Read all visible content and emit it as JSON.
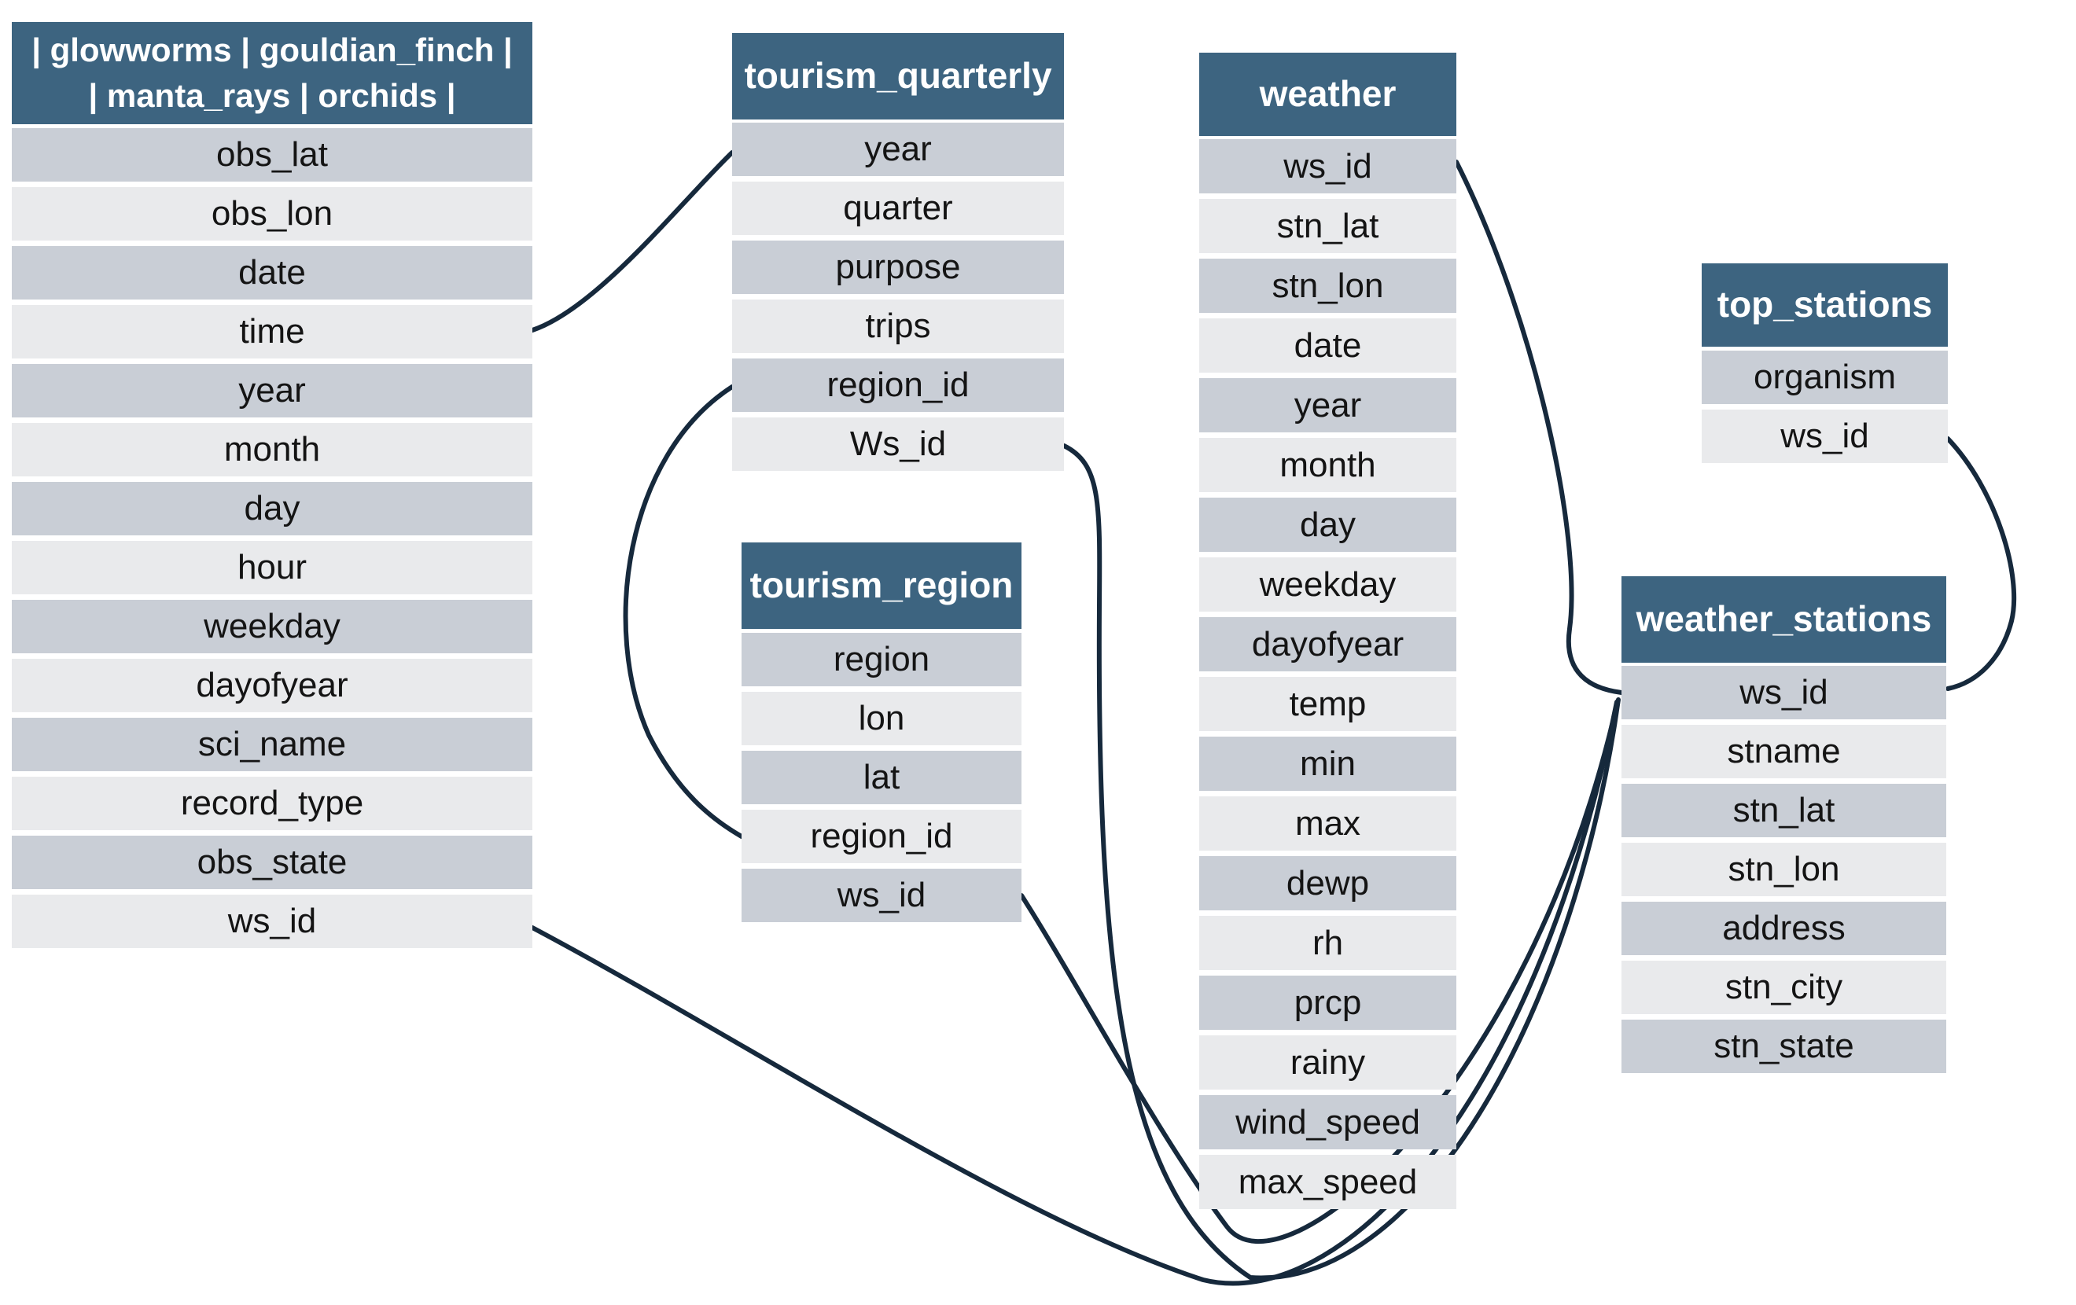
{
  "diagram": {
    "colors": {
      "header": "#3D6480",
      "header_text": "#FFFFFF",
      "row_dark": "#C9CED6",
      "row_light": "#E9EAEC",
      "row_text": "#141414",
      "connector": "#16293C",
      "background": "#FFFFFF"
    },
    "tables": [
      {
        "id": "species",
        "title_lines": [
          "| glowworms | gouldian_finch |",
          "| manta_rays | orchids |"
        ],
        "columns": [
          "obs_lat",
          "obs_lon",
          "date",
          "time",
          "year",
          "month",
          "day",
          "hour",
          "weekday",
          "dayofyear",
          "sci_name",
          "record_type",
          "obs_state",
          "ws_id"
        ]
      },
      {
        "id": "tourism_quarterly",
        "title": "tourism_quarterly",
        "columns": [
          "year",
          "quarter",
          "purpose",
          "trips",
          "region_id",
          "Ws_id"
        ]
      },
      {
        "id": "tourism_region",
        "title": "tourism_region",
        "columns": [
          "region",
          "lon",
          "lat",
          "region_id",
          "ws_id"
        ]
      },
      {
        "id": "weather",
        "title": "weather",
        "columns": [
          "ws_id",
          "stn_lat",
          "stn_lon",
          "date",
          "year",
          "month",
          "day",
          "weekday",
          "dayofyear",
          "temp",
          "min",
          "max",
          "dewp",
          "rh",
          "prcp",
          "rainy",
          "wind_speed",
          "max_speed"
        ]
      },
      {
        "id": "top_stations",
        "title": "top_stations",
        "columns": [
          "organism",
          "ws_id"
        ]
      },
      {
        "id": "weather_stations",
        "title": "weather_stations",
        "columns": [
          "ws_id",
          "stname",
          "stn_lat",
          "stn_lon",
          "address",
          "stn_city",
          "stn_state"
        ]
      }
    ],
    "relationships": [
      {
        "from": "species.time",
        "to": "tourism_quarterly.year"
      },
      {
        "from": "tourism_quarterly.region_id",
        "to": "tourism_region.region_id"
      },
      {
        "from": "tourism_quarterly.Ws_id",
        "to": "weather_stations.ws_id"
      },
      {
        "from": "species.ws_id",
        "to": "weather_stations.ws_id"
      },
      {
        "from": "tourism_region.ws_id",
        "to": "weather_stations.ws_id"
      },
      {
        "from": "weather.ws_id",
        "to": "weather_stations.ws_id"
      },
      {
        "from": "top_stations.ws_id",
        "to": "weather_stations.ws_id"
      }
    ]
  }
}
